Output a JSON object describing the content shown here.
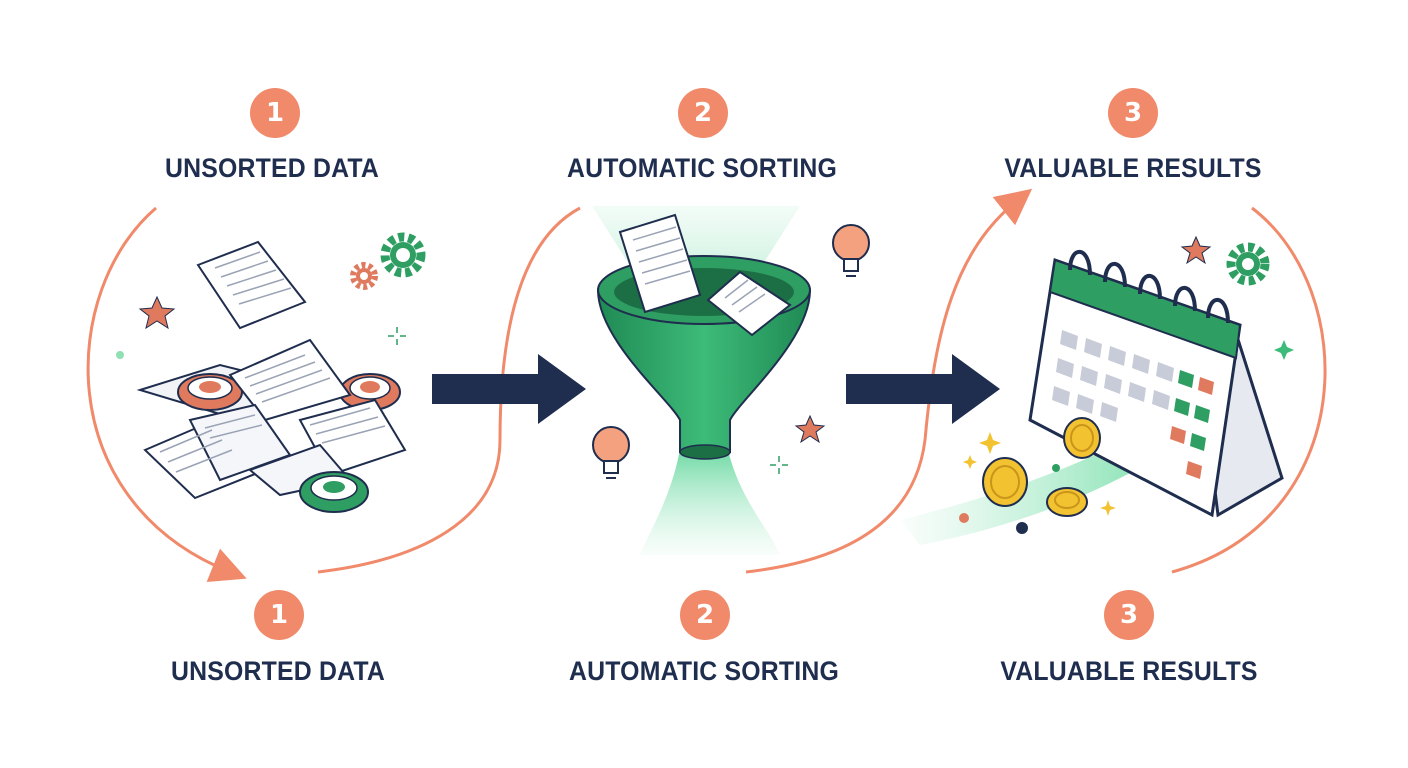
{
  "steps_top": [
    {
      "number": "1",
      "label": "UNSORTED DATA"
    },
    {
      "number": "2",
      "label": "AUTOMATIC SORTING"
    },
    {
      "number": "3",
      "label": "VALUABLE RESULTS"
    }
  ],
  "steps_bottom": [
    {
      "number": "1",
      "label": "UNSORTED DATA"
    },
    {
      "number": "2",
      "label": "AUTOMATIC SORTING"
    },
    {
      "number": "3",
      "label": "VALUABLE RESULTS"
    }
  ],
  "icons": [
    "document-pile-icon",
    "target-icon",
    "gear-icon",
    "star-icon",
    "sparkle-icon",
    "funnel-icon",
    "lightbulb-icon",
    "calendar-icon",
    "coin-icon",
    "arrow-right-icon",
    "cycle-arrow-icon"
  ],
  "colors": {
    "accent": "#f08a6a",
    "navy": "#1f2d4e",
    "green": "#2e9e62",
    "light_green": "#8fe0b3",
    "gold": "#f2c230"
  }
}
